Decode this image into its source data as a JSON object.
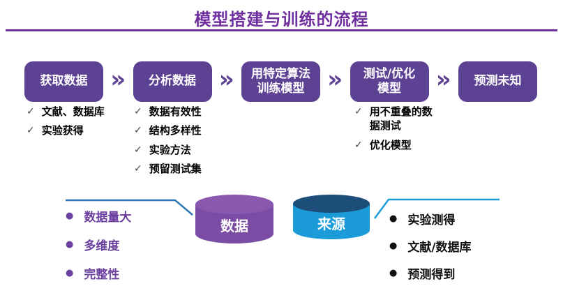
{
  "title": "模型搭建与训练的流程",
  "flow": {
    "steps": [
      {
        "label": "获取数据"
      },
      {
        "label": "分析数据"
      },
      {
        "label": "用特定算法\n训练模型"
      },
      {
        "label": "测试/优化\n模型"
      },
      {
        "label": "预测未知"
      }
    ]
  },
  "icons": {
    "chevron_right": "»",
    "check": "✓",
    "bullet": "●"
  },
  "checklists": {
    "acquire": {
      "items": [
        "文献、数据库",
        "实验获得"
      ]
    },
    "analyze": {
      "items": [
        "数据有效性",
        "结构多样性",
        "实验方法",
        "预留测试集"
      ]
    },
    "test": {
      "items": [
        "用不重叠的数据测试",
        "优化模型"
      ]
    }
  },
  "data_section": {
    "cylinder_label": "数据",
    "bullets": [
      "数据量大",
      "多维度",
      "完整性"
    ]
  },
  "source_section": {
    "cylinder_label": "来源",
    "bullets": [
      "实验测得",
      "文献/数据库",
      "预测得到"
    ]
  },
  "colors": {
    "title_purple": "#7030A0",
    "box_purple": "#5D4294",
    "cylinder_purple_body": "#7B4CA3",
    "cylinder_purple_top": "#8A58AE",
    "cylinder_blue_body": "#1B9CD9",
    "cylinder_blue_top": "#1C4E79",
    "connector_left_blue": "#2E75B6",
    "connector_right_blue": "#1B9CD9",
    "bullet_purple_text": "#6B3FA0",
    "bullet_black_text": "#111111"
  }
}
